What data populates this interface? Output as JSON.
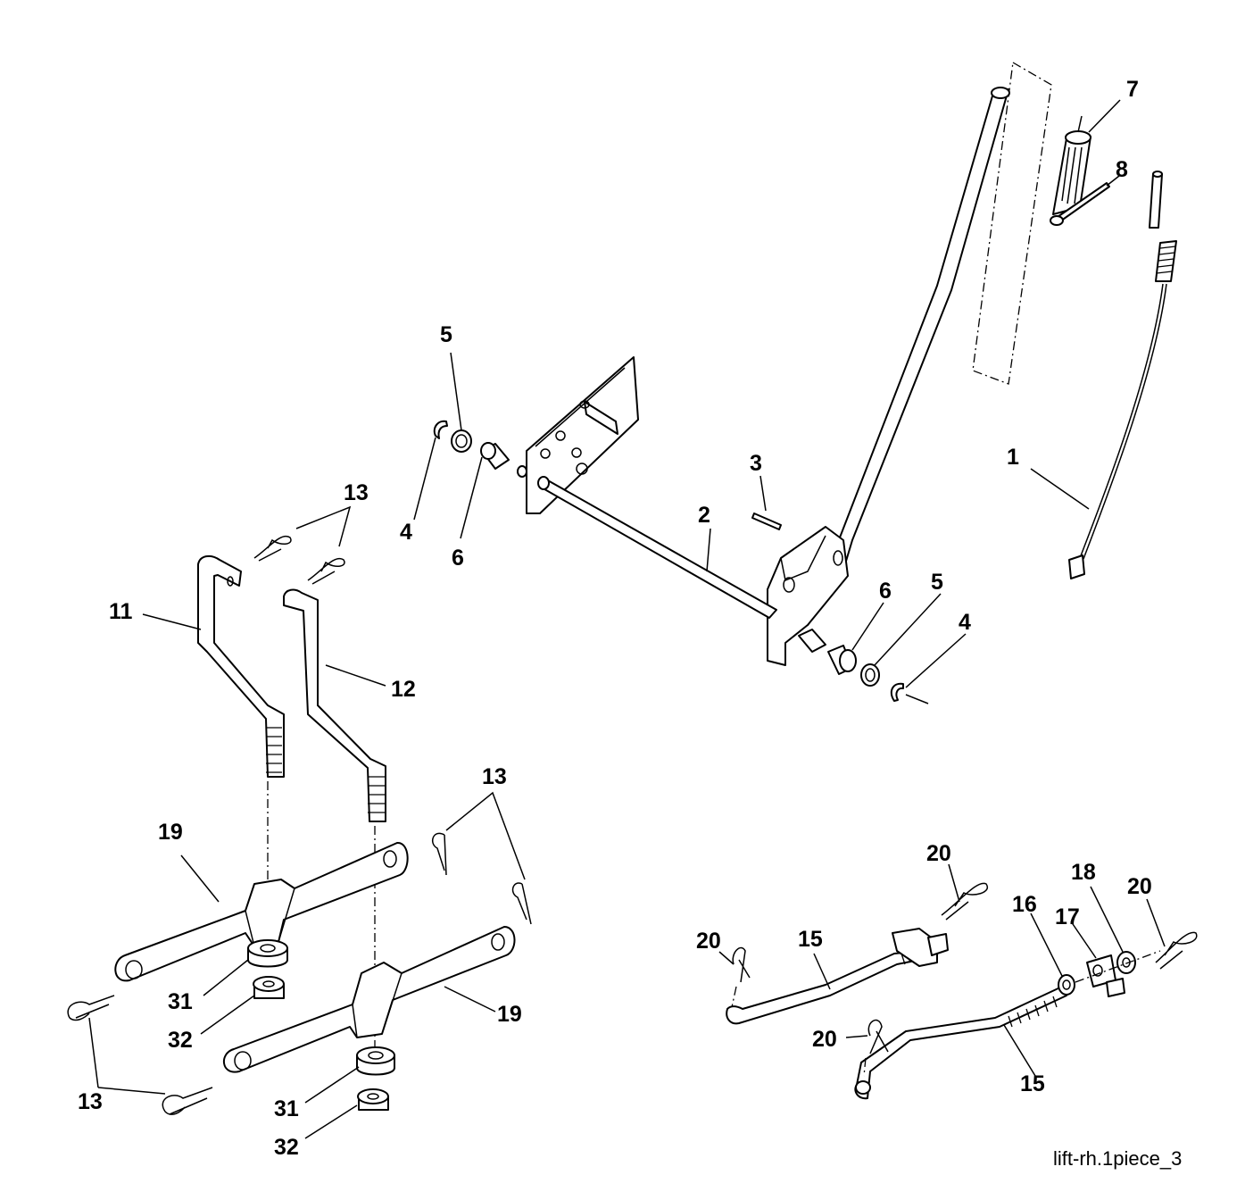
{
  "diagram": {
    "caption": "lift-rh.1piece_3",
    "callouts": {
      "c1": "1",
      "c2": "2",
      "c3": "3",
      "c4a": "4",
      "c4b": "4",
      "c5a": "5",
      "c5b": "5",
      "c6a": "6",
      "c6b": "6",
      "c7": "7",
      "c8": "8",
      "c11": "11",
      "c12": "12",
      "c13a": "13",
      "c13b": "13",
      "c13c": "13",
      "c15a": "15",
      "c15b": "15",
      "c16": "16",
      "c17": "17",
      "c18": "18",
      "c19a": "19",
      "c19b": "19",
      "c20a": "20",
      "c20b": "20",
      "c20c": "20",
      "c20d": "20",
      "c31a": "31",
      "c31b": "31",
      "c32a": "32",
      "c32b": "32"
    }
  }
}
